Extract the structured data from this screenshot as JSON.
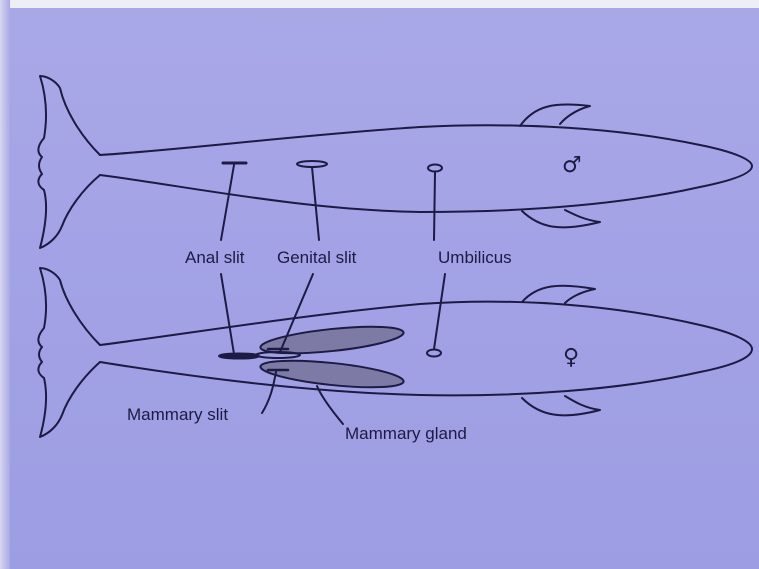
{
  "labels": {
    "anal_slit": "Anal slit",
    "genital_slit": "Genital slit",
    "umbilicus": "Umbilicus",
    "mammary_slit": "Mammary slit",
    "mammary_gland": "Mammary gland"
  },
  "symbols": {
    "male": "♂",
    "female": "♀"
  },
  "colors": {
    "background": "#a6a5e6",
    "ink": "#1d1a44",
    "gland_fill": "#7d7aa6"
  }
}
